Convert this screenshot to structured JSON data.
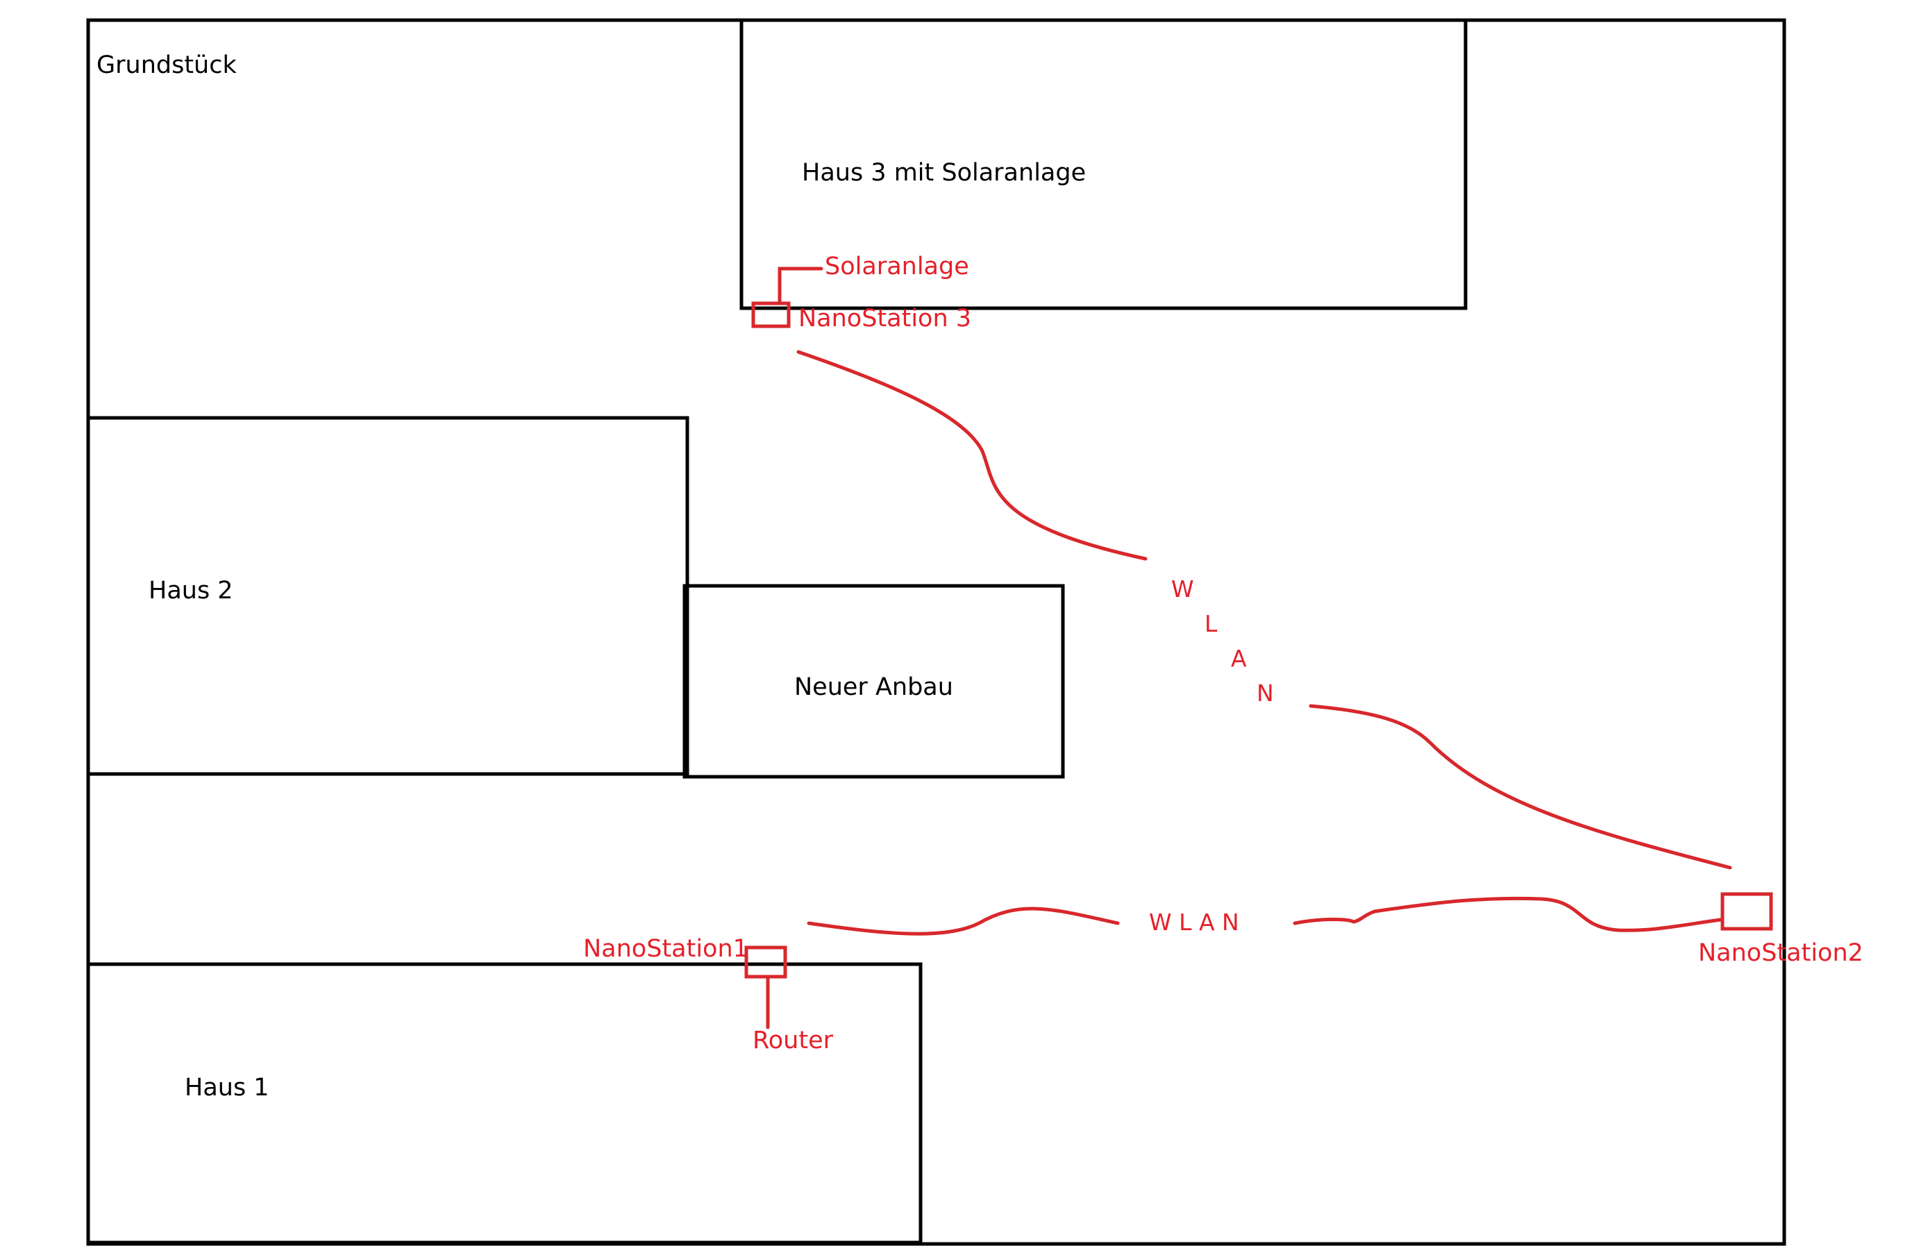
{
  "plot": {
    "label": "Grundstück"
  },
  "houses": {
    "haus3": "Haus 3 mit Solaranlage",
    "haus2": "Haus 2",
    "anbau": "Neuer Anbau",
    "haus1": "Haus 1"
  },
  "devices": {
    "nanostation1": "NanoStation1",
    "nanostation2": "NanoStation2",
    "nanostation3": "NanoStation 3",
    "router": "Router",
    "solaranlage": "Solaranlage"
  },
  "links": {
    "wlan_letters": [
      "W",
      "L",
      "A",
      "N"
    ],
    "wlan_horizontal": "W L A N"
  },
  "colors": {
    "outline": "#000000",
    "network": "#d8282c"
  }
}
